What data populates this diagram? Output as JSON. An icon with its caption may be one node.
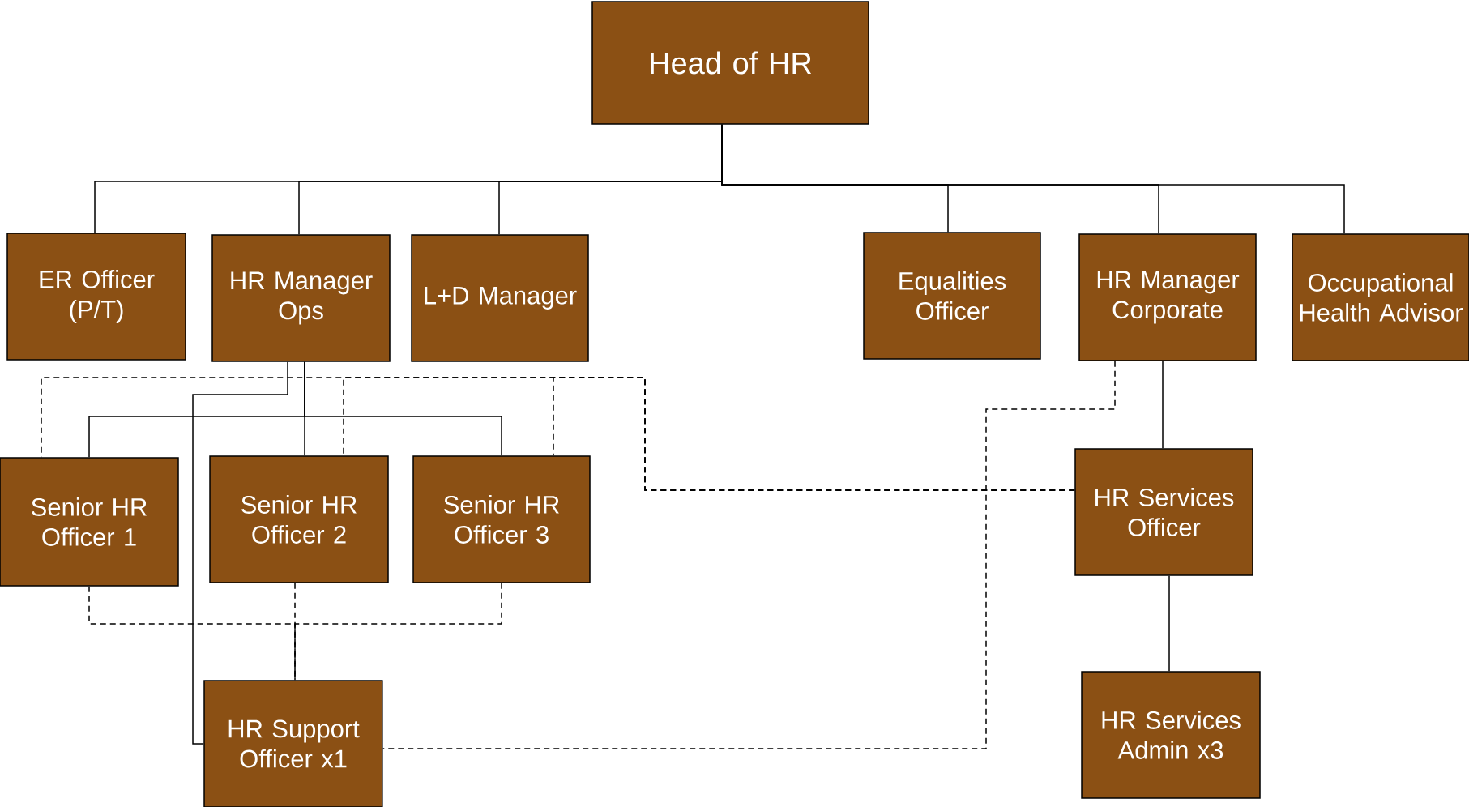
{
  "diagram": {
    "nodes": [
      {
        "text": [
          "Head of HR"
        ]
      },
      {
        "text": [
          "ER Officer (P/T)"
        ]
      },
      {
        "text": [
          "HR Manager Ops"
        ]
      },
      {
        "text": [
          "L+D Manager"
        ]
      },
      {
        "text": [
          "Equalities Officer"
        ]
      },
      {
        "text": [
          "HR Manager Corporate"
        ]
      },
      {
        "text": [
          "Occupational Health Advisor"
        ]
      },
      {
        "text": [
          "Senior HR Officer 1"
        ]
      },
      {
        "text": [
          "Senior HR Officer 2"
        ]
      },
      {
        "text": [
          "Senior HR Officer 3"
        ]
      },
      {
        "text": [
          "HR Services Officer"
        ]
      },
      {
        "text": [
          "HR Support Officer x1"
        ]
      },
      {
        "text": [
          "HR Services Admin x3"
        ]
      }
    ],
    "edges": [
      {
        "from": 0,
        "to": 1,
        "arrow": "none"
      },
      {
        "from": 0,
        "to": 2,
        "arrow": "none"
      },
      {
        "from": 0,
        "to": 3,
        "arrow": "none"
      },
      {
        "from": 0,
        "to": 4,
        "arrow": "none"
      },
      {
        "from": 0,
        "to": 5,
        "arrow": "none"
      },
      {
        "from": 0,
        "to": 6,
        "arrow": "none"
      },
      {
        "from": 2,
        "to": 7,
        "arrow": "none"
      },
      {
        "from": 2,
        "to": 8,
        "arrow": "none"
      },
      {
        "from": 2,
        "to": 9,
        "arrow": "none"
      },
      {
        "from": 2,
        "to": 11,
        "arrow": "none"
      },
      {
        "from": 5,
        "to": 10,
        "arrow": "none"
      },
      {
        "from": 10,
        "to": 12,
        "arrow": "none"
      },
      {
        "from": 10,
        "to": 7,
        "arrow": "none",
        "style": "dashed"
      },
      {
        "from": 10,
        "to": 8,
        "arrow": "none",
        "style": "dashed"
      },
      {
        "from": 10,
        "to": 9,
        "arrow": "none",
        "style": "dashed"
      },
      {
        "from": 7,
        "to": 11,
        "arrow": "none",
        "style": "dashed"
      },
      {
        "from": 8,
        "to": 11,
        "arrow": "none",
        "style": "dashed"
      },
      {
        "from": 9,
        "to": 11,
        "arrow": "none",
        "style": "dashed"
      },
      {
        "from": 5,
        "to": 11,
        "arrow": "none",
        "style": "dashed"
      }
    ]
  }
}
